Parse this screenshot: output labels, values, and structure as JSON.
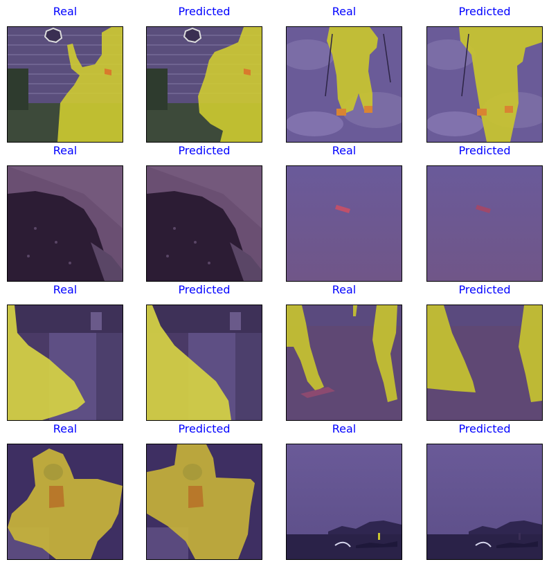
{
  "colors": {
    "title": "#0000ff",
    "mask": "#e8e33a",
    "mask_dark": "#b8b42a",
    "background_overlay": "#5b3f7e",
    "frame_border": "#000000"
  },
  "grid": [
    [
      {
        "title": "Real",
        "scene": "man-in-suit",
        "mask": "real"
      },
      {
        "title": "Predicted",
        "scene": "man-in-suit",
        "mask": "predicted"
      },
      {
        "title": "Real",
        "scene": "skier-in-snow",
        "mask": "real"
      },
      {
        "title": "Predicted",
        "scene": "skier-in-snow",
        "mask": "predicted"
      }
    ],
    [
      {
        "title": "Real",
        "scene": "dark-round-object",
        "mask": "real"
      },
      {
        "title": "Predicted",
        "scene": "dark-round-object",
        "mask": "predicted"
      },
      {
        "title": "Real",
        "scene": "kite-in-sky",
        "mask": "real"
      },
      {
        "title": "Predicted",
        "scene": "kite-in-sky",
        "mask": "predicted"
      }
    ],
    [
      {
        "title": "Real",
        "scene": "kitchen-arm",
        "mask": "real"
      },
      {
        "title": "Predicted",
        "scene": "kitchen-arm",
        "mask": "predicted"
      },
      {
        "title": "Real",
        "scene": "people-legs-walking",
        "mask": "real"
      },
      {
        "title": "Predicted",
        "scene": "people-legs-walking",
        "mask": "predicted"
      }
    ],
    [
      {
        "title": "Real",
        "scene": "person-in-hood",
        "mask": "real"
      },
      {
        "title": "Predicted",
        "scene": "person-in-hood",
        "mask": "predicted"
      },
      {
        "title": "Real",
        "scene": "sea-and-hills",
        "mask": "real"
      },
      {
        "title": "Predicted",
        "scene": "sea-and-hills",
        "mask": "predicted"
      }
    ]
  ]
}
